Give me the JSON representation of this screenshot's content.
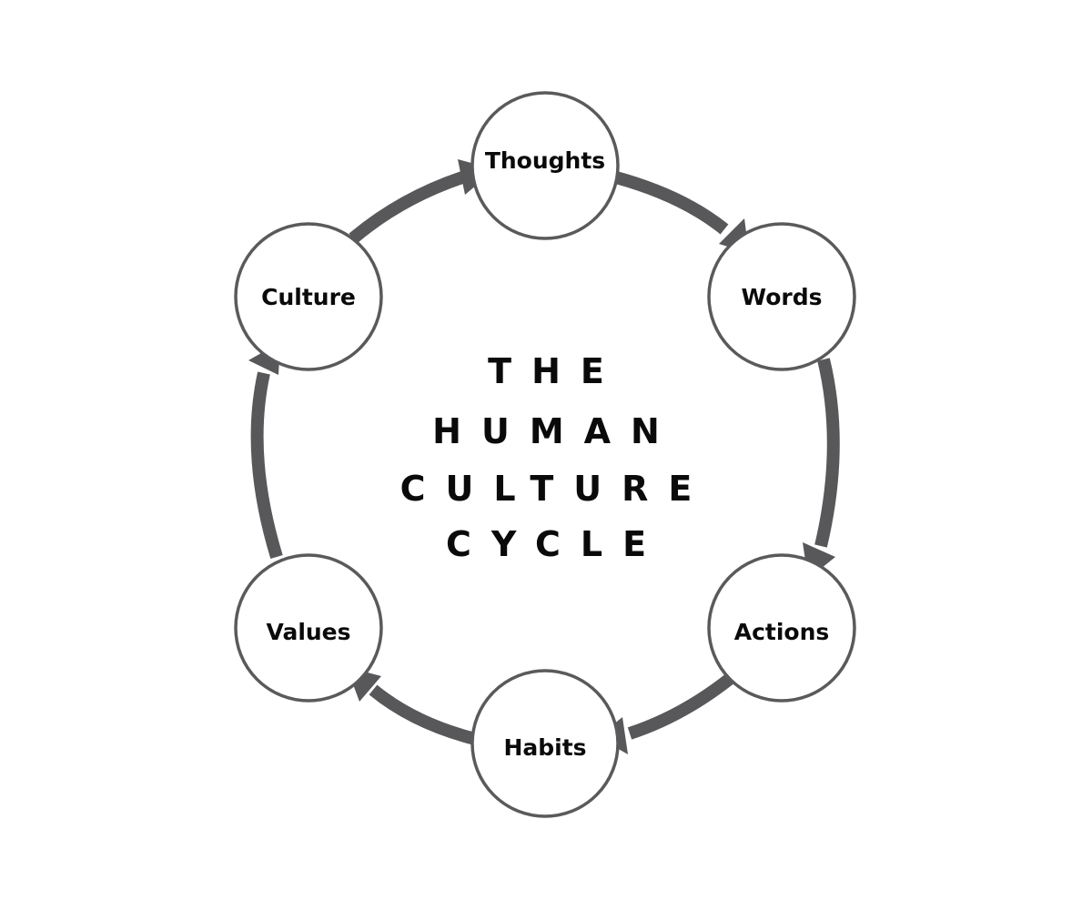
{
  "title": {
    "lines": [
      "THE",
      "HUMAN",
      "CULTURE",
      "CYCLE"
    ]
  },
  "cycle": {
    "direction": "clockwise",
    "nodes": [
      {
        "id": "thoughts",
        "label": "Thoughts"
      },
      {
        "id": "words",
        "label": "Words"
      },
      {
        "id": "actions",
        "label": "Actions"
      },
      {
        "id": "habits",
        "label": "Habits"
      },
      {
        "id": "values",
        "label": "Values"
      },
      {
        "id": "culture",
        "label": "Culture"
      }
    ],
    "edges": [
      {
        "from": "thoughts",
        "to": "words"
      },
      {
        "from": "words",
        "to": "actions"
      },
      {
        "from": "actions",
        "to": "habits"
      },
      {
        "from": "habits",
        "to": "values"
      },
      {
        "from": "values",
        "to": "culture"
      },
      {
        "from": "culture",
        "to": "thoughts"
      }
    ]
  },
  "colors": {
    "arrow": "#58585a",
    "circle_stroke": "#5a5a5c",
    "text": "#0a0a0a",
    "background": "#ffffff"
  }
}
